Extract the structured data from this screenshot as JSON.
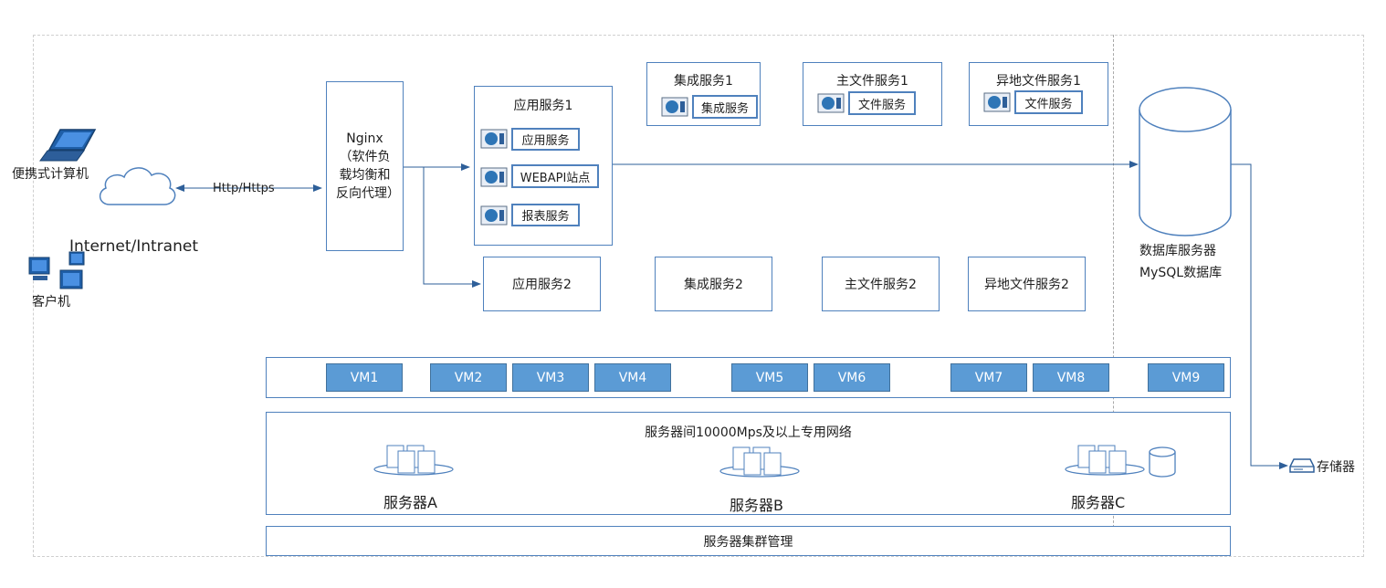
{
  "clients": {
    "laptop_label": "便携式计算机",
    "network_label": "Internet/Intranet",
    "client_label": "客户机",
    "protocol_label": "Http/Https"
  },
  "nginx": {
    "label": "Nginx（软件负载均衡和反向代理）"
  },
  "app1": {
    "title": "应用服务1",
    "items": [
      "应用服务",
      "WEBAPI站点",
      "报表服务"
    ]
  },
  "integration1": {
    "title": "集成服务1",
    "item": "集成服务"
  },
  "mainfile1": {
    "title": "主文件服务1",
    "item": "文件服务"
  },
  "remotefile1": {
    "title": "异地文件服务1",
    "item": "文件服务"
  },
  "row2": [
    "应用服务2",
    "集成服务2",
    "主文件服务2",
    "异地文件服务2"
  ],
  "database": {
    "line1": "数据库服务器",
    "line2": "MySQL数据库"
  },
  "storage": {
    "label": "存储器"
  },
  "vms": [
    "VM1",
    "VM2",
    "VM3",
    "VM4",
    "VM5",
    "VM6",
    "VM7",
    "VM8",
    "VM9"
  ],
  "network": {
    "title": "服务器间10000Mps及以上专用网络"
  },
  "servers": [
    "服务器A",
    "服务器B",
    "服务器C"
  ],
  "cluster": {
    "label": "服务器集群管理"
  },
  "colors": {
    "accent": "#4f81bd",
    "vm_fill": "#5b9bd5"
  }
}
